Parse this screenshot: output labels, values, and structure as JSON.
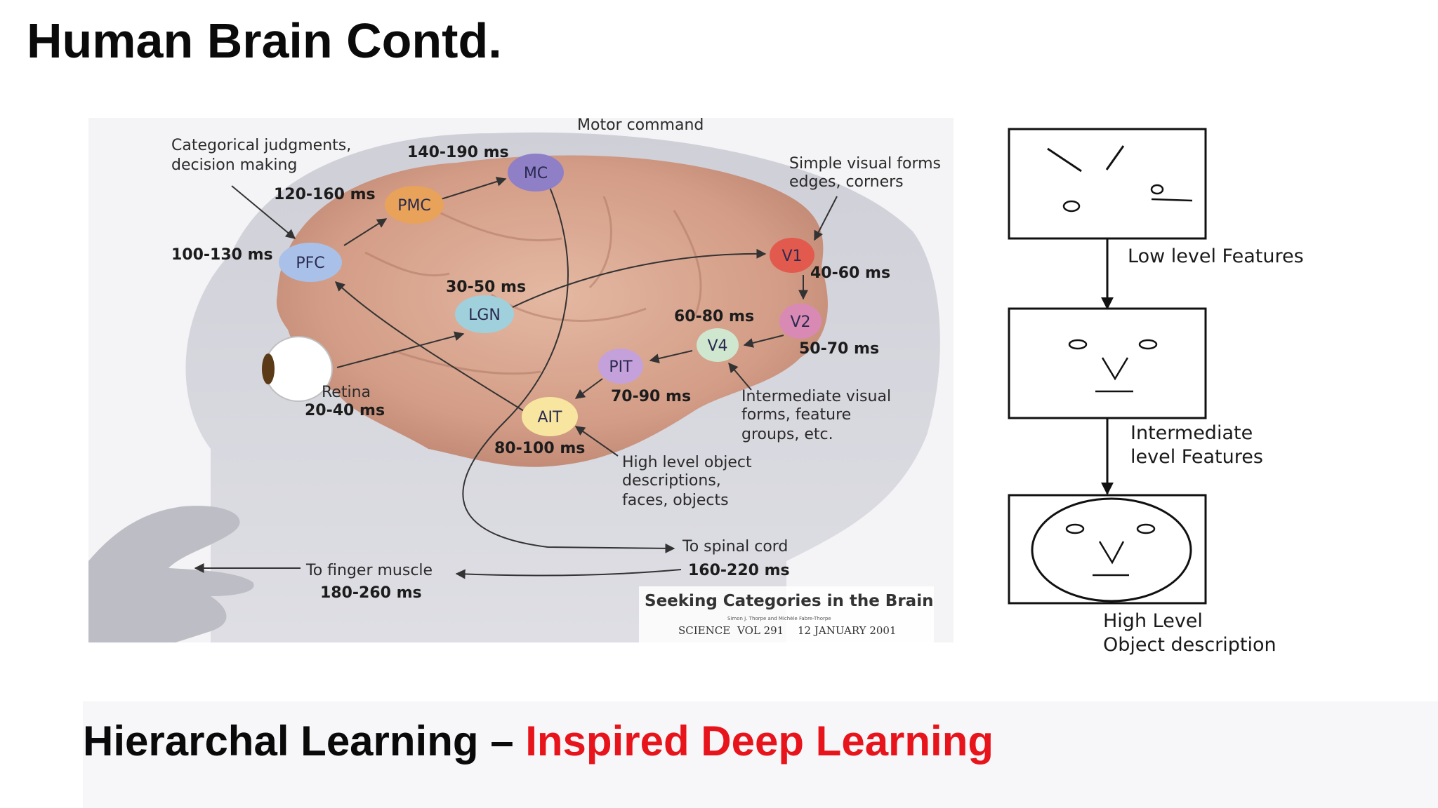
{
  "slide": {
    "title": "Human Brain Contd.",
    "subtitle_black": "Hierarchal Learning – ",
    "subtitle_red": "Inspired Deep Learning",
    "accent_color": "#e8141c"
  },
  "brain": {
    "motor_command": "Motor command",
    "categorical_line1": "Categorical judgments,",
    "categorical_line2": "decision making",
    "simple_line1": "Simple visual forms",
    "simple_line2": "edges, corners",
    "intermediate_line1": "Intermediate visual",
    "intermediate_line2": "forms, feature",
    "intermediate_line3": "groups, etc.",
    "high_line1": "High level object",
    "high_line2": "descriptions,",
    "high_line3": "faces, objects",
    "retina": "Retina",
    "retina_time": "20-40 ms",
    "spinal": "To spinal cord",
    "spinal_time": "160-220 ms",
    "finger": "To finger muscle",
    "finger_time": "180-260 ms",
    "nodes": {
      "pfc": {
        "label": "PFC",
        "time": "100-130 ms",
        "color": "#a9c1e8"
      },
      "pmc": {
        "label": "PMC",
        "time": "120-160 ms",
        "color": "#e8a25a"
      },
      "mc": {
        "label": "MC",
        "time": "140-190 ms",
        "color": "#8e7fc7"
      },
      "lgn": {
        "label": "LGN",
        "time": "30-50 ms",
        "color": "#9fd0dc"
      },
      "v1": {
        "label": "V1",
        "time": "40-60 ms",
        "color": "#e25a4e"
      },
      "v2": {
        "label": "V2",
        "time": "50-70 ms",
        "color": "#d88ab4"
      },
      "v4": {
        "label": "V4",
        "time": "60-80 ms",
        "color": "#cfe6cf"
      },
      "pit": {
        "label": "PIT",
        "time": "70-90 ms",
        "color": "#c4a1da"
      },
      "ait": {
        "label": "AIT",
        "time": "80-100 ms",
        "color": "#f8e6a0"
      }
    },
    "credit_title": "Seeking Categories in the Brain",
    "credit_authors": "Simon J. Thorpe and Michèle Fabre-Thorpe",
    "credit_journal": "SCIENCE",
    "credit_volume": "VOL 291",
    "credit_date": "12 JANUARY 2001"
  },
  "hierarchy": {
    "low": "Low level Features",
    "intermediate_line1": "Intermediate",
    "intermediate_line2": "level Features",
    "high_line1": "High Level",
    "high_line2": "Object description"
  }
}
